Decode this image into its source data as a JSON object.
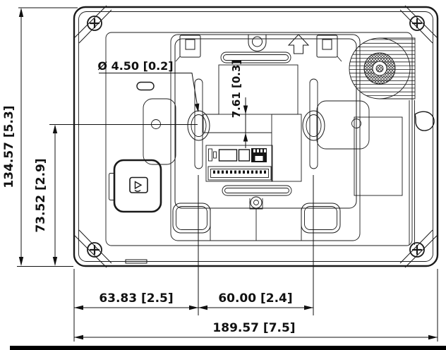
{
  "drawing": {
    "type": "mechanical-dimension-drawing",
    "subject": "indoor-monitor-rear-view-with-mounting-bracket",
    "dimensions": {
      "total_width": "189.57  [7.5]",
      "left_width": "63.83  [2.5]",
      "right_width": "60.00  [2.4]",
      "total_height": "134.57  [5.3]",
      "lower_height": "73.52  [2.9]",
      "hole_diameter": "Ø 4.50  [0.2]",
      "vertical_offset": "7.61  [0.3]"
    },
    "colors": {
      "line": "#1a1a1a",
      "background": "#ffffff",
      "bottom_bar": "#000000"
    }
  }
}
